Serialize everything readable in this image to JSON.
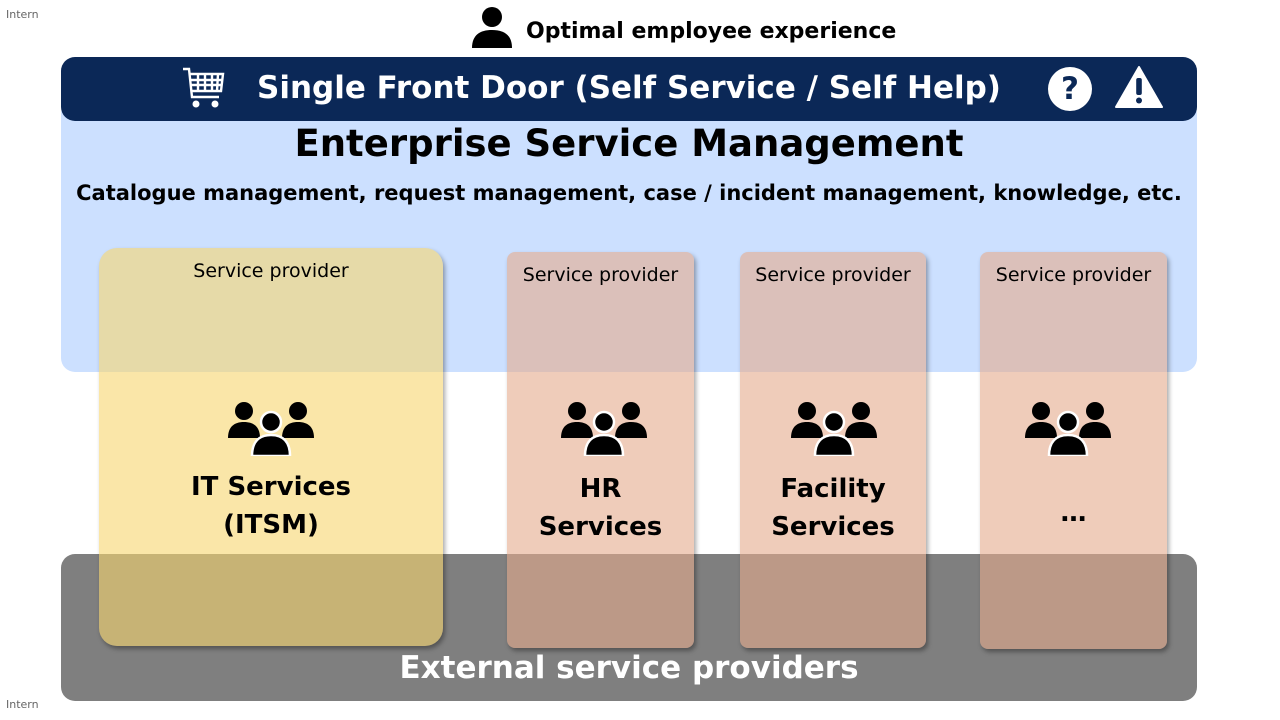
{
  "watermark": {
    "top": "Intern",
    "bottom": "Intern"
  },
  "top_title": "Optimal employee experience",
  "front_door": {
    "title": "Single Front Door (Self Service / Self Help)",
    "help_glyph": "?"
  },
  "esm": {
    "title": "Enterprise Service Management",
    "subtitle": "Catalogue management, request management, case / incident management, knowledge, etc."
  },
  "providers": [
    {
      "label": "Service provider",
      "name_line1": "IT Services",
      "name_line2": "(ITSM)"
    },
    {
      "label": "Service provider",
      "name_line1": "HR",
      "name_line2": "Services"
    },
    {
      "label": "Service provider",
      "name_line1": "Facility",
      "name_line2": "Services"
    },
    {
      "label": "Service provider",
      "name_line1": "…",
      "name_line2": ""
    }
  ],
  "external": {
    "title": "External service providers"
  },
  "colors": {
    "navy": "#0b2857",
    "light_blue": "#cce0ff",
    "gray": "#7f7f7f",
    "it_yellow": "#f7d66e",
    "peach": "#e5aa8c"
  },
  "icons": [
    "person-icon",
    "shopping-cart-icon",
    "help-icon",
    "warning-icon",
    "group-icon"
  ]
}
